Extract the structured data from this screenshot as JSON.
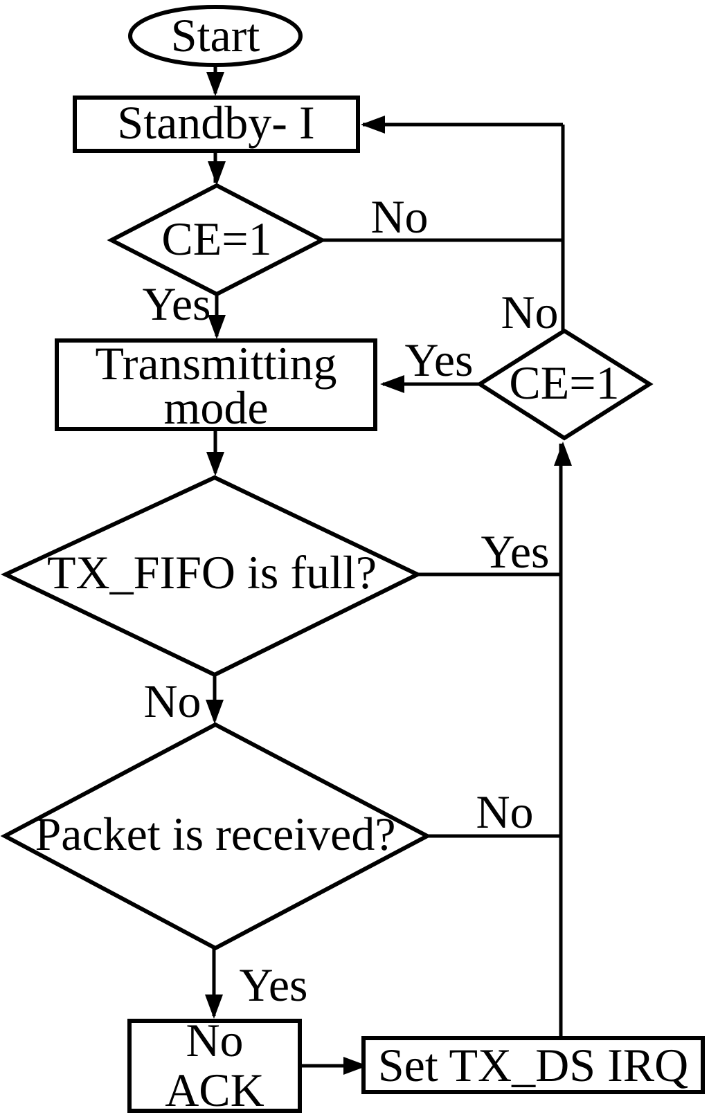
{
  "figure": {
    "type": "flowchart",
    "background_color": "#ffffff",
    "stroke_color": "#000000",
    "node_fill_color": "#ffffff"
  },
  "nodes": {
    "start": "Start",
    "standby": "Standby- I",
    "ce_check_main": "CE=1",
    "transmitting_line1": "Transmitting",
    "transmitting_line2": "mode",
    "tx_fifo_full": "TX_FIFO is full?",
    "packet_received": "Packet is received?",
    "no_ack_line1": "No",
    "no_ack_line2": "ACK",
    "set_tx_ds_irq": "Set TX_DS IRQ",
    "ce_check_retry": "CE=1"
  },
  "edge_labels": {
    "ce_main_no": "No",
    "ce_main_yes": "Yes",
    "ce_retry_no": "No",
    "ce_retry_yes": "Yes",
    "tx_fifo_yes": "Yes",
    "tx_fifo_no": "No",
    "packet_no": "No",
    "packet_yes": "Yes"
  }
}
